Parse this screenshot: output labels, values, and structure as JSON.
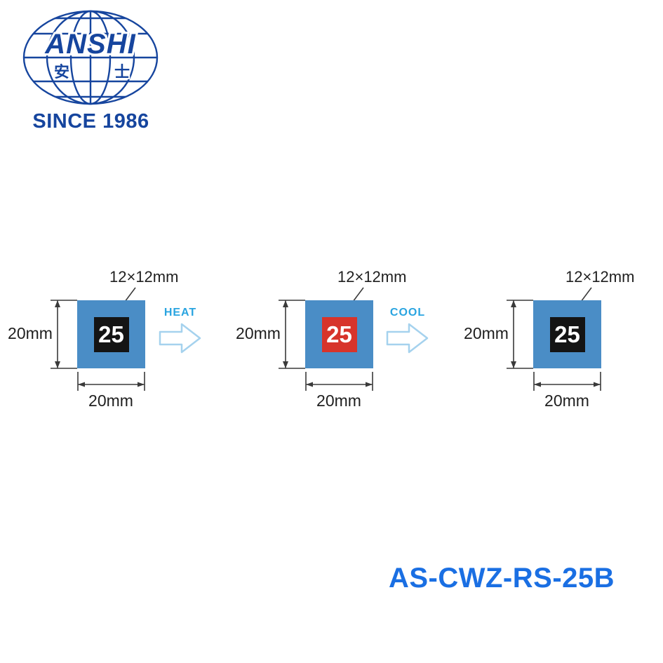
{
  "logo": {
    "brand": "ANSHI",
    "hanzi_left": "安",
    "hanzi_right": "士",
    "since": "SINCE 1986"
  },
  "diagrams": [
    {
      "top_label": "12×12mm",
      "height_label": "20mm",
      "width_label": "20mm",
      "value": "25",
      "inner_color": "#141414"
    },
    {
      "top_label": "12×12mm",
      "height_label": "20mm",
      "width_label": "20mm",
      "value": "25",
      "inner_color": "#d7342b"
    },
    {
      "top_label": "12×12mm",
      "height_label": "20mm",
      "width_label": "20mm",
      "value": "25",
      "inner_color": "#141414"
    }
  ],
  "transitions": [
    {
      "label": "HEAT"
    },
    {
      "label": "COOL"
    }
  ],
  "model_number": "AS-CWZ-RS-25B",
  "colors": {
    "label_background_blue": "#4a8dc6",
    "logo_blue": "#16459e",
    "transition_text_blue": "#29a4e0",
    "arrow_outline_blue": "#a5d2ee",
    "model_number_blue": "#1a6fe3"
  }
}
